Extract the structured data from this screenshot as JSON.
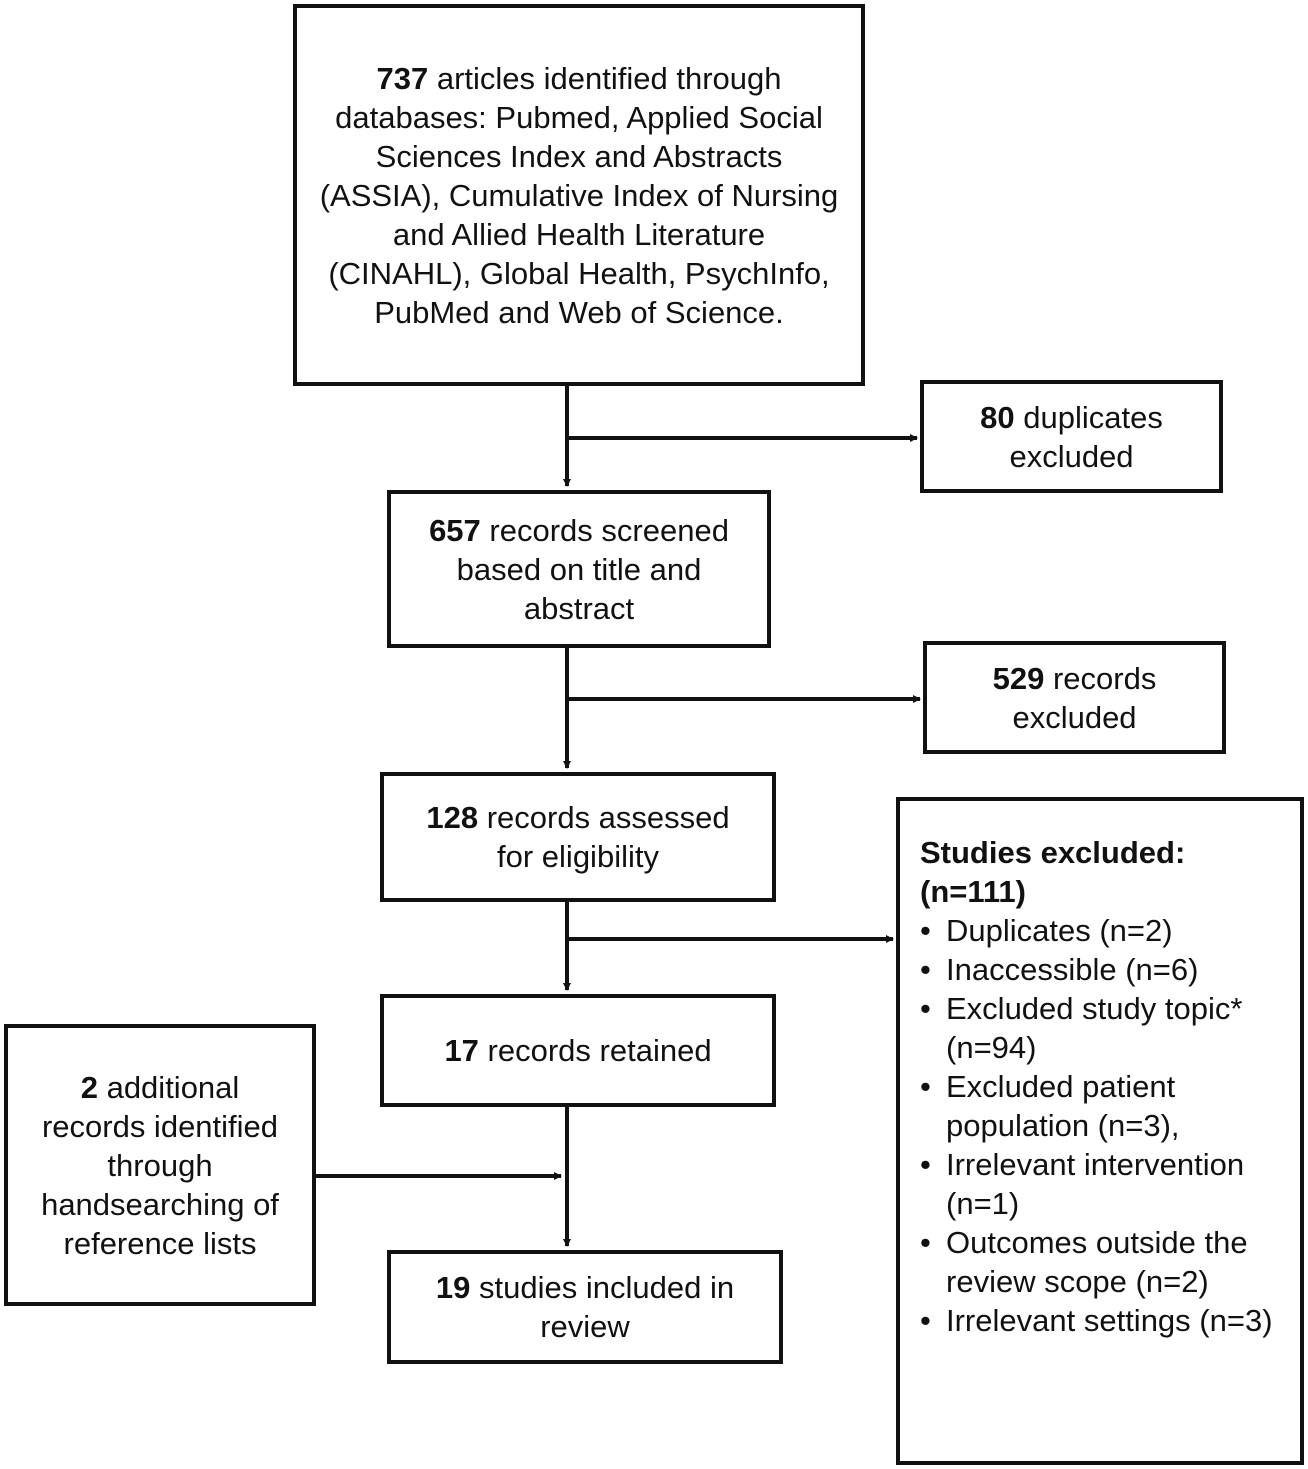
{
  "identified": {
    "count": "737",
    "text": "articles identified through databases: Pubmed, Applied Social Sciences Index and Abstracts (ASSIA), Cumulative Index of Nursing and Allied Health Literature (CINAHL), Global Health, PsychInfo, PubMed and Web of Science."
  },
  "duplicates": {
    "count": "80",
    "line1": "duplicates",
    "line2": "excluded"
  },
  "screened": {
    "count": "657",
    "line1": "records screened",
    "line2": "based on title and",
    "line3": "abstract"
  },
  "excluded_records": {
    "count": "529",
    "line1": "records",
    "line2": "excluded"
  },
  "assessed": {
    "count": "128",
    "line1": "records assessed",
    "line2": "for eligibility"
  },
  "retained": {
    "count": "17",
    "text": "records retained"
  },
  "additional": {
    "count": "2",
    "line1": "additional",
    "line2": "records identified",
    "line3": "through",
    "line4": "handsearching of",
    "line5": "reference lists"
  },
  "included": {
    "count": "19",
    "line1": "studies included in",
    "line2": "review"
  },
  "studies_excluded": {
    "heading": "Studies excluded:",
    "total": "(n=111)",
    "items": [
      "Duplicates (n=2)",
      "Inaccessible (n=6)",
      "Excluded study topic* (n=94)",
      "Excluded patient population (n=3),",
      "Irrelevant intervention (n=1)",
      "Outcomes outside the review scope (n=2)",
      "Irrelevant settings (n=3)"
    ]
  }
}
